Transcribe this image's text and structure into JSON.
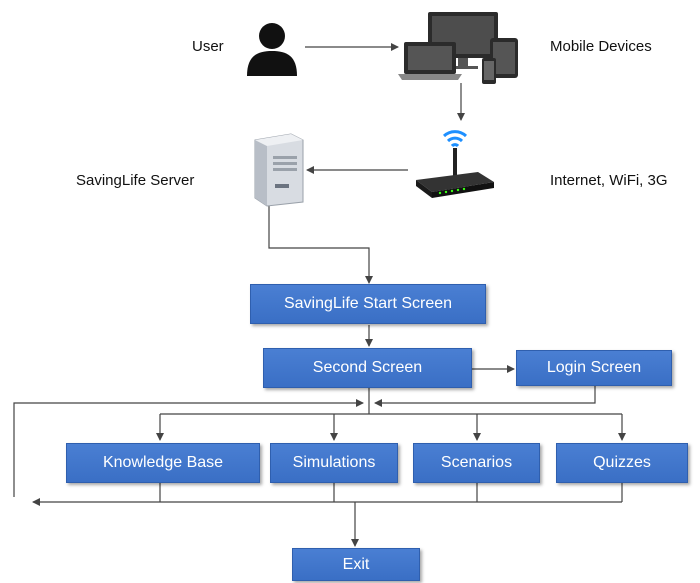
{
  "labels": {
    "user": "User",
    "mobile_devices": "Mobile Devices",
    "server": "SavingLife Server",
    "internet": "Internet, WiFi, 3G"
  },
  "boxes": {
    "start_screen": "SavingLife Start Screen",
    "second_screen": "Second Screen",
    "login_screen": "Login Screen",
    "knowledge_base": "Knowledge Base",
    "simulations": "Simulations",
    "scenarios": "Scenarios",
    "quizzes": "Quizzes",
    "exit": "Exit"
  },
  "icons": [
    "user-icon",
    "mobile-devices-icon",
    "server-icon",
    "wifi-router-icon"
  ],
  "colors": {
    "box_fill": "#4472c4",
    "box_border": "#2f5fae",
    "box_text": "#ffffff",
    "connector": "#444444"
  }
}
